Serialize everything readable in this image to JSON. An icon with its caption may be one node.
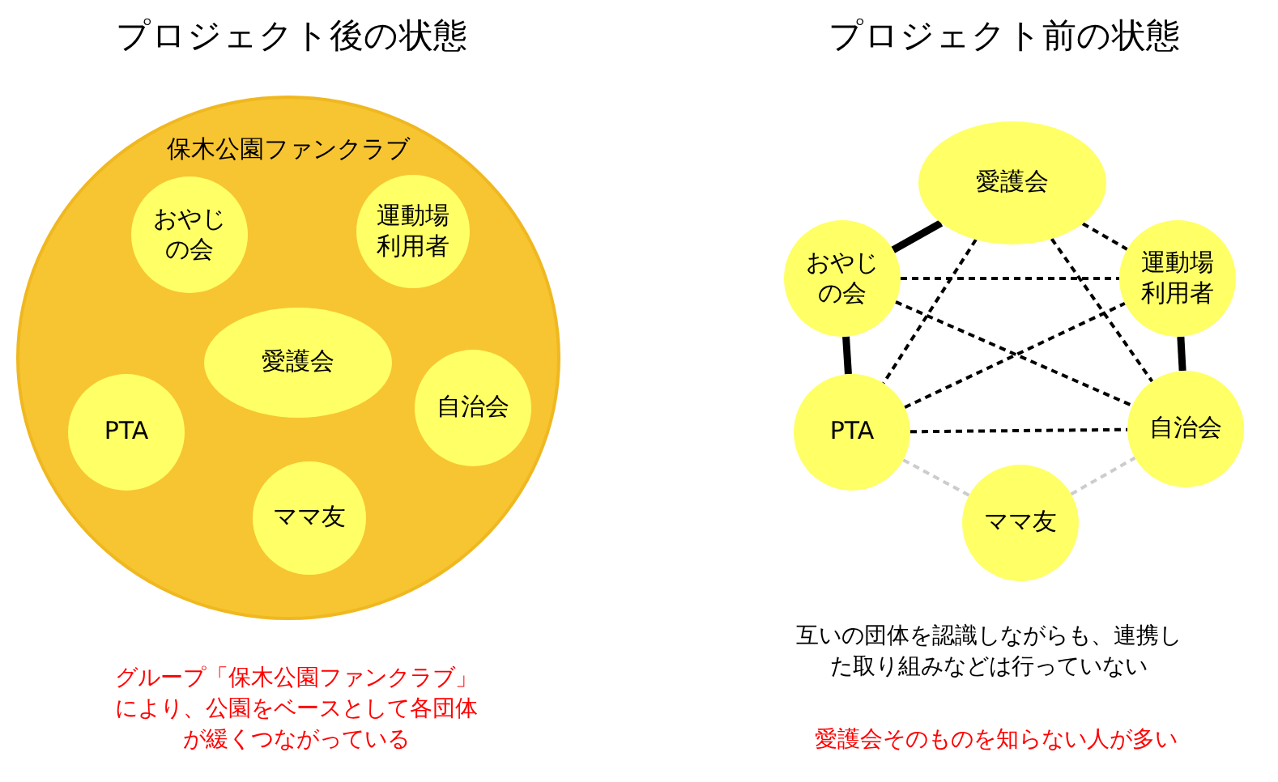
{
  "diagram": {
    "nodes": [
      {
        "text": [
          "保木公園ファンクラブ"
        ]
      },
      {
        "text": [
          "おやじの会"
        ],
        "in": 0
      },
      {
        "text": [
          "運動場利用者"
        ],
        "in": 0
      },
      {
        "text": [
          "愛護会"
        ],
        "in": 0
      },
      {
        "text": [
          "PTA"
        ],
        "in": 0
      },
      {
        "text": [
          "自治会"
        ],
        "in": 0
      },
      {
        "text": [
          "ママ友"
        ],
        "in": 0
      },
      {
        "text": [
          "愛護会"
        ]
      },
      {
        "text": [
          "おやじの会"
        ]
      },
      {
        "text": [
          "運動場利用者"
        ]
      },
      {
        "text": [
          "PTA"
        ]
      },
      {
        "text": [
          "自治会"
        ]
      },
      {
        "text": [
          "ママ友"
        ]
      }
    ],
    "edges": [
      {
        "from": 7,
        "to": 8,
        "arrow": "none",
        "style": "thick"
      },
      {
        "from": 7,
        "to": 9,
        "arrow": "none",
        "style": "dashed"
      },
      {
        "from": 7,
        "to": 10,
        "arrow": "none",
        "style": "dashed"
      },
      {
        "from": 7,
        "to": 11,
        "arrow": "none",
        "style": "dashed"
      },
      {
        "from": 8,
        "to": 9,
        "arrow": "none",
        "style": "dashed"
      },
      {
        "from": 8,
        "to": 11,
        "arrow": "none",
        "style": "dashed"
      },
      {
        "from": 8,
        "to": 10,
        "arrow": "none",
        "style": "thick"
      },
      {
        "from": 10,
        "to": 9,
        "arrow": "none",
        "style": "dashed"
      },
      {
        "from": 10,
        "to": 11,
        "arrow": "none",
        "style": "dashed"
      },
      {
        "from": 9,
        "to": 11,
        "arrow": "none",
        "style": "thick"
      },
      {
        "from": 10,
        "to": 12,
        "arrow": "none",
        "style": "dashed",
        "color": "#cccccc"
      },
      {
        "from": 12,
        "to": 11,
        "arrow": "none",
        "style": "dashed",
        "color": "#cccccc"
      }
    ],
    "labels": [
      "プロジェクト後の状態",
      "プロジェクト前の状態",
      "グループ「保木公園ファンクラブ」により、公園をベースとして各団体が緩くつながっている",
      "互いの団体を認識しながらも、連携した取り組みなどは行っていない",
      "愛護会そのものを知らない人が多い"
    ]
  }
}
